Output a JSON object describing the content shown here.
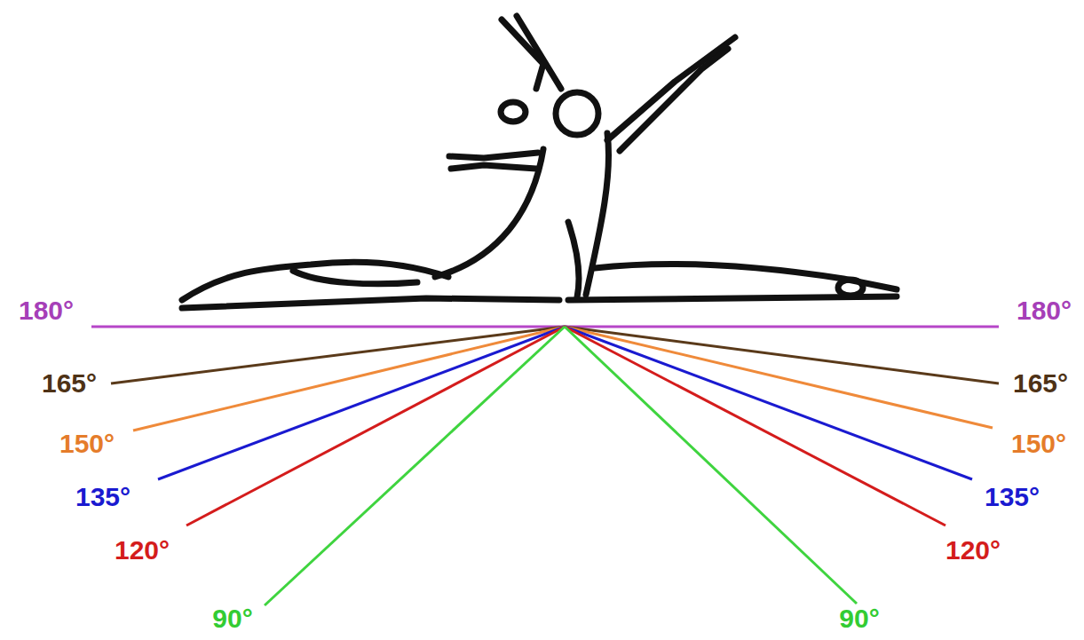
{
  "diagram": {
    "labels": [
      "180°",
      "180°",
      "165°",
      "165°",
      "150°",
      "150°",
      "135°",
      "135°",
      "120°",
      "120°",
      "90°",
      "90°"
    ]
  }
}
